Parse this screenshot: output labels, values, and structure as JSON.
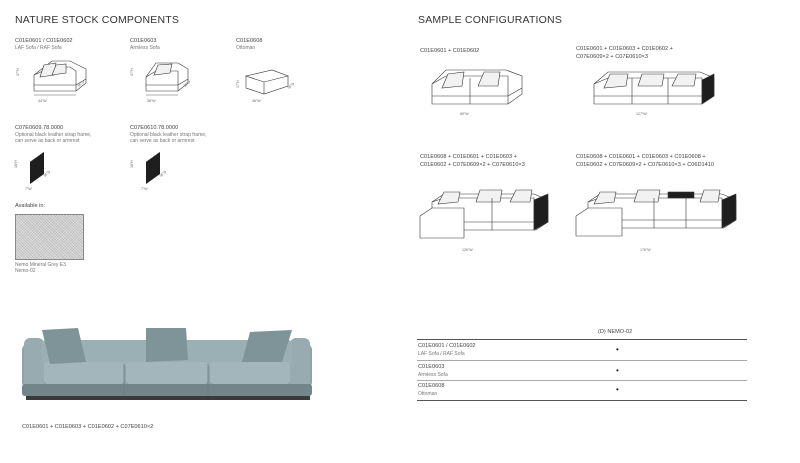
{
  "left": {
    "title": "NATURE STOCK COMPONENTS",
    "items": [
      {
        "code": "C01E0601 / C01E0602",
        "desc": "LAF Sofa / RAF Sofa",
        "dims": [
          "37\"H",
          "36\"D",
          "44\"W"
        ]
      },
      {
        "code": "C01E0603",
        "desc": "Armless Sofa",
        "dims": [
          "37\"H",
          "36\"D",
          "38\"W"
        ]
      },
      {
        "code": "C01E0608",
        "desc": "Ottoman",
        "dims": [
          "17\"H",
          "36\"D",
          "36\"W"
        ]
      },
      {
        "code": "C07E0609.78.0000",
        "desc1": "Optional black leather strap frame,",
        "desc2": "can serve as back or armrest",
        "dims": [
          "18\"H",
          "36\"D",
          "7\"W"
        ]
      },
      {
        "code": "C07E0610.78.0000",
        "desc1": "Optional black leather strap frame,",
        "desc2": "can serve as back or armrest",
        "dims": [
          "18\"H",
          "36\"D",
          "7\"W"
        ]
      }
    ],
    "available_label": "Available in:",
    "fabric_name": "Nemo Mineral Grey E3",
    "fabric_code": "Nemo-02",
    "hero_caption": "C01E0601 + C01E0603 + C01E0602 + C07E0610×2"
  },
  "right": {
    "title": "SAMPLE CONFIGURATIONS",
    "configs": [
      {
        "line1": "C01E0601 + C01E0602",
        "line2": "",
        "width": "89\"W"
      },
      {
        "line1": "C01E0601 + C01E0603 + C01E0602 +",
        "line2": "C07E0609×2 + C07E0610×3",
        "width": "127\"W"
      },
      {
        "line1": "C01E0608 + C01E0601 + C01E0603 +",
        "line2": "C01E0602 + C07E0609×2 + C07E0610×3",
        "width": "126\"W"
      },
      {
        "line1": "C01E0608 + C01E0601 + C01E0603 + C01E0608 +",
        "line2": "C01E0602 + C07E0609×2 + C07E0610×3 + C06D1410",
        "width": "176\"W"
      }
    ],
    "table": {
      "header": "(D) NEMO-02",
      "rows": [
        {
          "code": "C01E0601 / C01E0602",
          "desc": "LAF Sofa / RAF Sofa",
          "mark": "•"
        },
        {
          "code": "C01E0603",
          "desc": "Armless Sofa",
          "mark": "•"
        },
        {
          "code": "C01E0608",
          "desc": "Ottoman",
          "mark": "•"
        }
      ]
    }
  },
  "colors": {
    "sofa": "#8fa4a9",
    "sofa_dark": "#6f8388",
    "line": "#333333"
  }
}
